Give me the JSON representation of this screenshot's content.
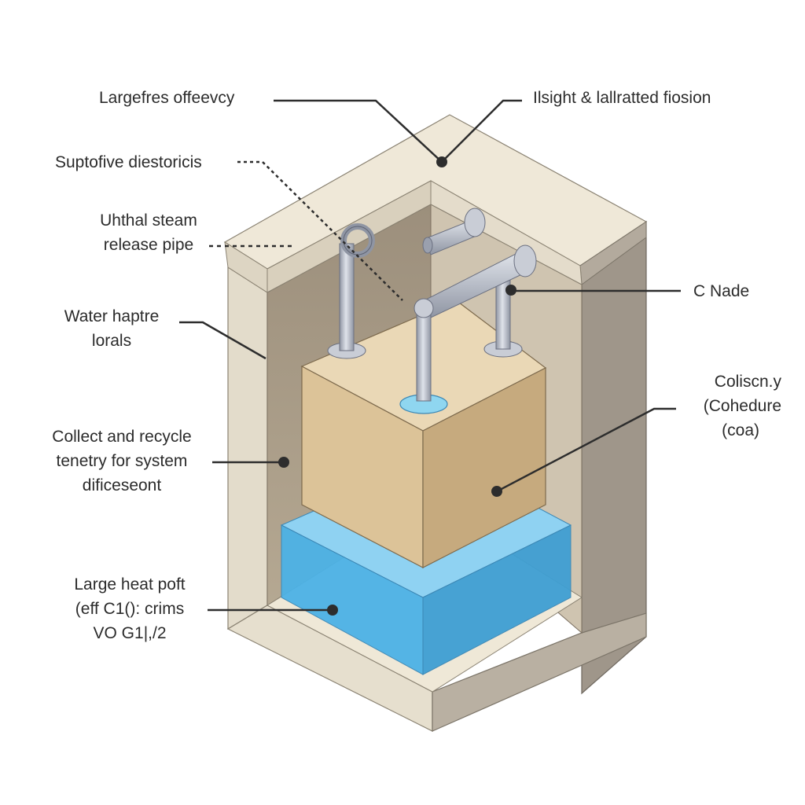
{
  "labels": {
    "top_left": [
      "Largefres offeevcy"
    ],
    "top_right": [
      "Ilsight & lallratted fiosion"
    ],
    "suptofive": [
      "Suptofive diestoricis"
    ],
    "steam_pipe": [
      "Uhthal steam",
      "release pipe"
    ],
    "water_hapture": [
      "Water haptre",
      "lorals"
    ],
    "c_nade": [
      "C Nade"
    ],
    "colliscny": [
      "Coliscn.y",
      "(Cohedure",
      "(coa)"
    ],
    "collect_recycle": [
      "Collect and recycle",
      "tenetry for system",
      "dificeseont"
    ],
    "large_heat": [
      "Large heat poft",
      "(eff C1(): crims",
      "VO G1|,/2"
    ]
  },
  "colors": {
    "wall_top": "#ede6d6",
    "wall_outer": "#e7e0d0",
    "wall_inner": "#a89a86",
    "block_top": "#e9d7b5",
    "block_front": "#ddc59b",
    "block_side": "#c8ad82",
    "water": "#4aaee0",
    "pipe": "#aeb3c0",
    "leader": "#2d2d2d"
  }
}
